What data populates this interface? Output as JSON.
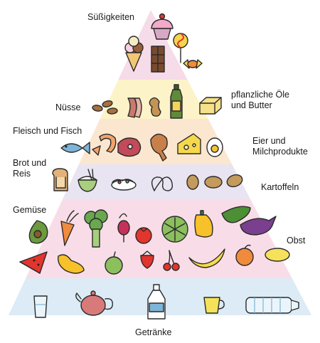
{
  "labels": {
    "sweets": "Süßigkeiten",
    "nuts": "Nüsse",
    "oils_line1": "pflanzliche Öle",
    "oils_line2": "und Butter",
    "meat_fish": "Fleisch und Fisch",
    "eggs_line1": "Eier und",
    "eggs_line2": "Milchprodukte",
    "bread_line1": "Brot und",
    "bread_line2": "Reis",
    "potatoes": "Kartoffeln",
    "vegetables": "Gemüse",
    "fruit": "Obst",
    "drinks": "Getränke"
  },
  "layers": [
    {
      "name": "sweets",
      "color": "#f6dbe8"
    },
    {
      "name": "fats",
      "color": "#fdf3c8"
    },
    {
      "name": "protein",
      "color": "#fbe6cf"
    },
    {
      "name": "grains",
      "color": "#e8e4f1"
    },
    {
      "name": "produce",
      "color": "#f8dde8"
    },
    {
      "name": "drinks",
      "color": "#dcebf5"
    }
  ],
  "icons": [
    "cupcake-icon",
    "ice-cream-icon",
    "chocolate-icon",
    "lollipop-icon",
    "candy-icon",
    "almond-icon",
    "bacon-icon",
    "peanut-icon",
    "oil-bottle-icon",
    "butter-icon",
    "fish-icon",
    "shrimp-icon",
    "steak-icon",
    "chicken-leg-icon",
    "cheese-icon",
    "egg-icon",
    "bread-icon",
    "rice-bowl-icon",
    "pasta-bowl-icon",
    "pretzel-icon",
    "potato-icon",
    "avocado-icon",
    "carrot-icon",
    "broccoli-icon",
    "radish-icon",
    "tomato-icon",
    "cabbage-icon",
    "pepper-icon",
    "cucumber-icon",
    "eggplant-icon",
    "watermelon-icon",
    "pear-icon",
    "apple-icon",
    "strawberry-icon",
    "cherries-icon",
    "banana-icon",
    "orange-icon",
    "lemon-icon",
    "water-glass-icon",
    "teapot-icon",
    "milk-bottle-icon",
    "cup-icon",
    "water-bottle-icon"
  ]
}
